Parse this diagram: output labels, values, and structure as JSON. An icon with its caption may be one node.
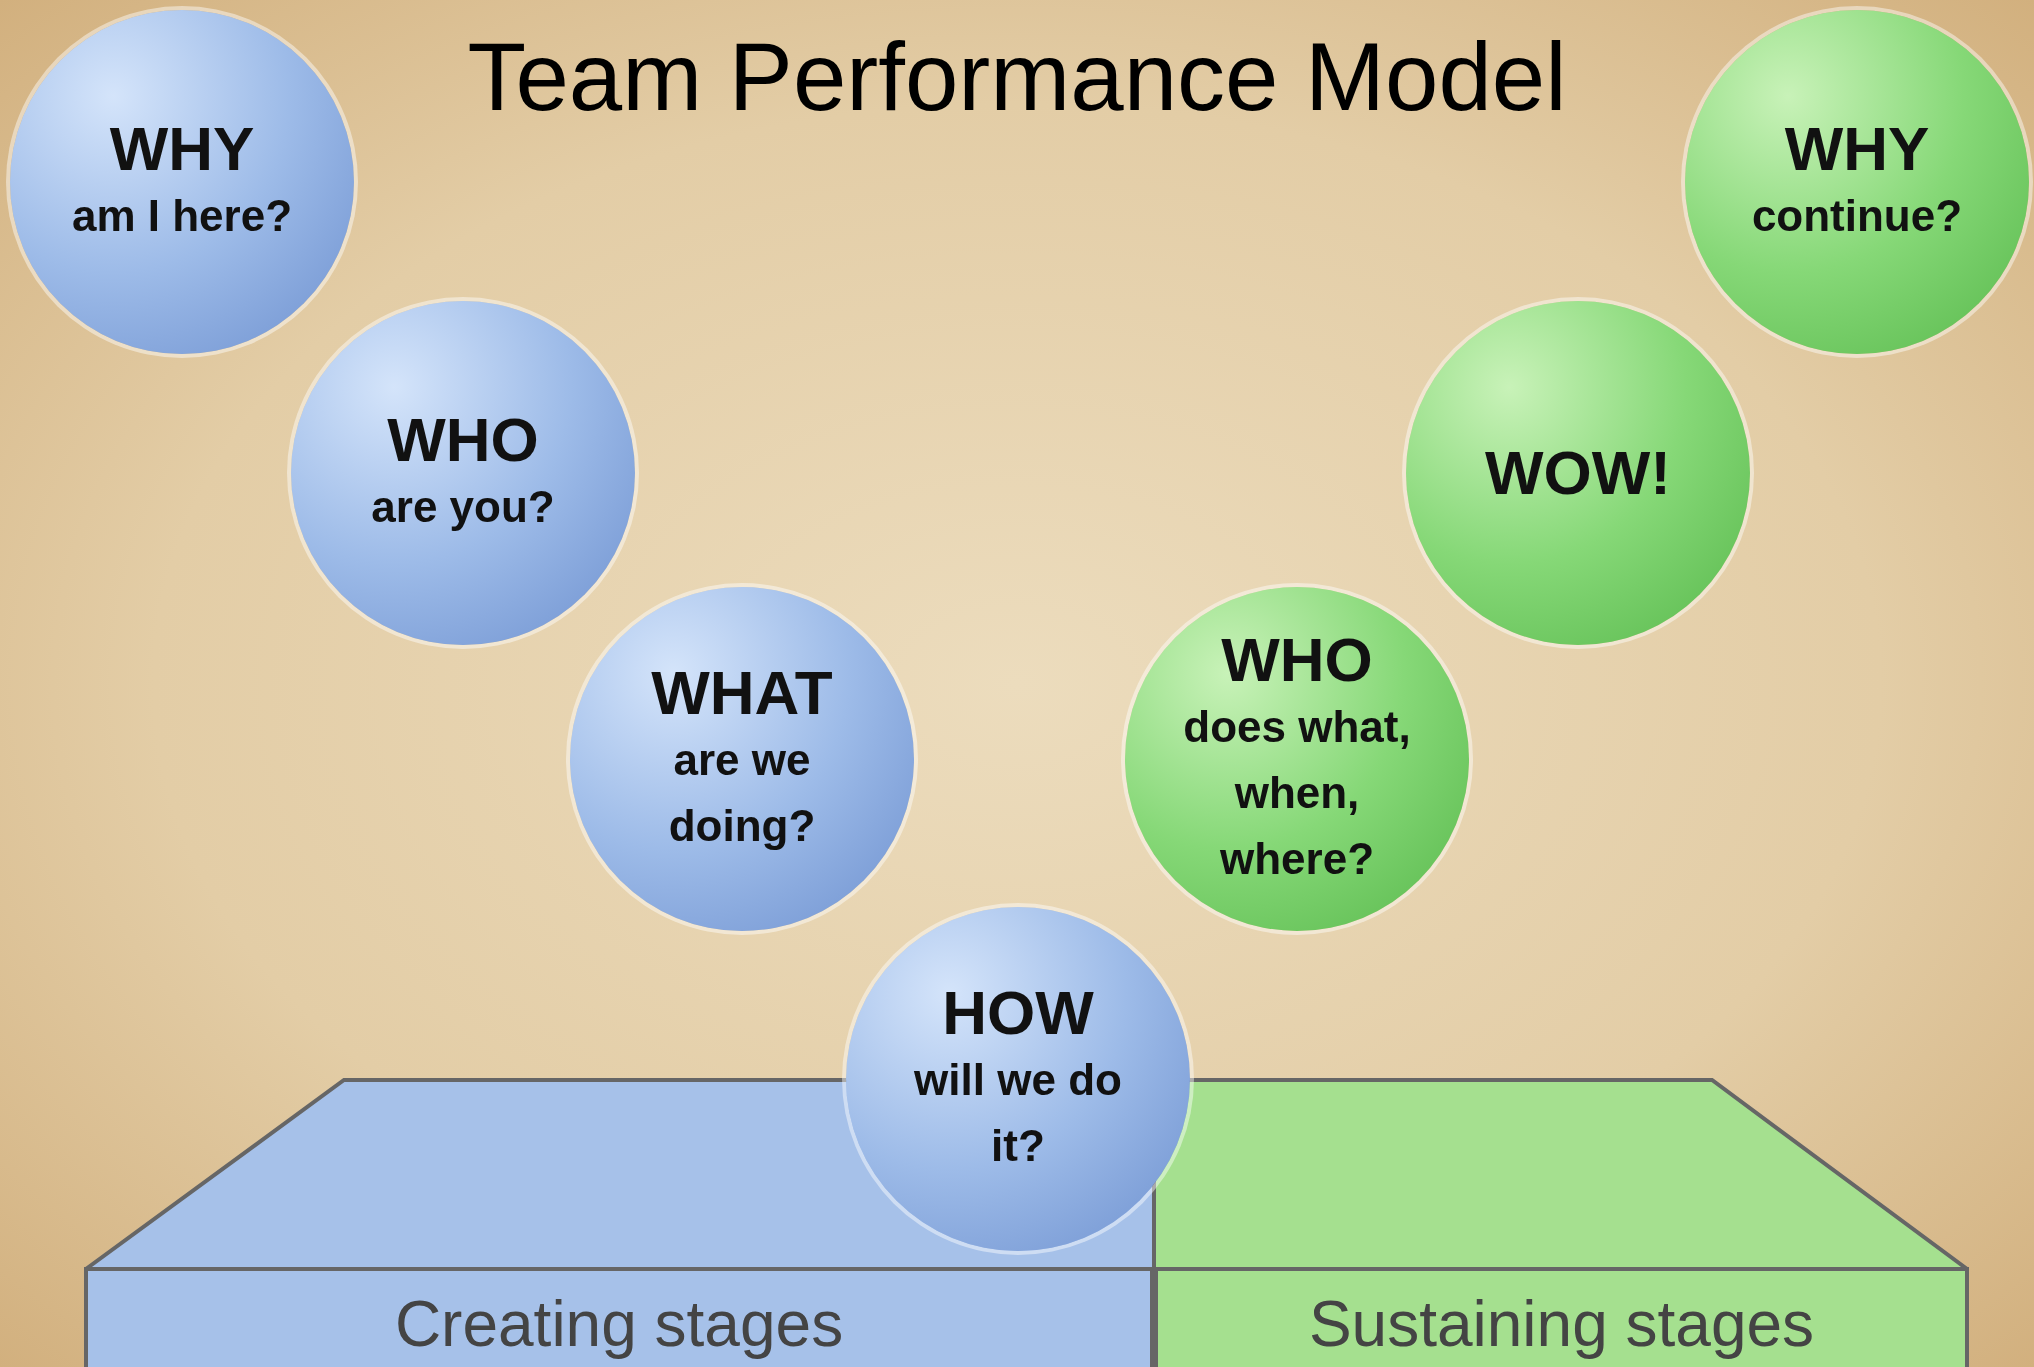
{
  "diagram": {
    "title": "Team Performance Model",
    "nodes": [
      {
        "text": [
          "WHY",
          "am I here?"
        ]
      },
      {
        "text": [
          "WHO",
          "are you?"
        ]
      },
      {
        "text": [
          "WHAT",
          "are we doing?"
        ]
      },
      {
        "text": [
          "HOW",
          "will we do it?"
        ]
      },
      {
        "text": [
          "WHO",
          "does what, when, where?"
        ]
      },
      {
        "text": [
          "WOW!"
        ]
      },
      {
        "text": [
          "WHY",
          "continue?"
        ]
      },
      {
        "text": [
          "Creating stages"
        ]
      },
      {
        "text": [
          "Sustaining stages"
        ]
      }
    ],
    "edges": []
  }
}
